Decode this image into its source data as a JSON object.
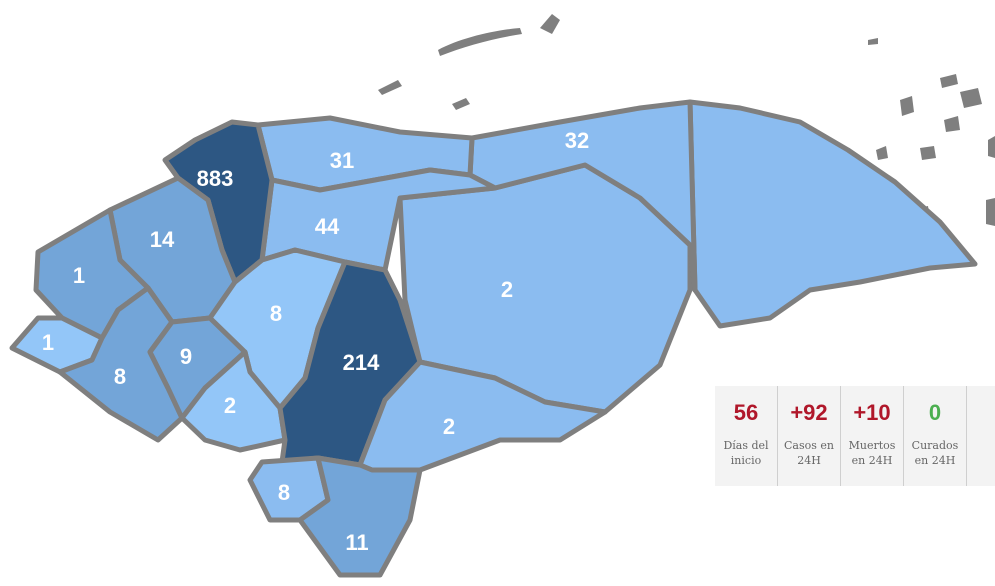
{
  "colors": {
    "light": "#8bbcf0",
    "lighter": "#93c6f8",
    "medium": "#73a5d8",
    "dark": "#2d5783",
    "border": "#7f7f7f",
    "stat_red": "#b0172a",
    "stat_green": "#4caf50"
  },
  "departments": [
    {
      "id": "cortes",
      "cases": "883",
      "level": "dark"
    },
    {
      "id": "atlantida",
      "cases": "31",
      "level": "light"
    },
    {
      "id": "colon",
      "cases": "32",
      "level": "light"
    },
    {
      "id": "gracias-a-dios",
      "cases": "",
      "level": "light"
    },
    {
      "id": "santa-barbara",
      "cases": "14",
      "level": "medium"
    },
    {
      "id": "yoro",
      "cases": "44",
      "level": "light"
    },
    {
      "id": "olancho",
      "cases": "2",
      "level": "light"
    },
    {
      "id": "copan",
      "cases": "1",
      "level": "medium"
    },
    {
      "id": "ocotepeque",
      "cases": "1",
      "level": "lighter"
    },
    {
      "id": "lempira",
      "cases": "8",
      "level": "medium"
    },
    {
      "id": "intibuca",
      "cases": "9",
      "level": "medium"
    },
    {
      "id": "comayagua",
      "cases": "8",
      "level": "lighter"
    },
    {
      "id": "la-paz",
      "cases": "2",
      "level": "lighter"
    },
    {
      "id": "francisco-morazan",
      "cases": "214",
      "level": "dark"
    },
    {
      "id": "el-paraiso",
      "cases": "2",
      "level": "light"
    },
    {
      "id": "valle",
      "cases": "8",
      "level": "light"
    },
    {
      "id": "choluteca",
      "cases": "11",
      "level": "medium"
    }
  ],
  "stats": [
    {
      "value": "56",
      "label": "Días del inicio",
      "color": "#b0172a"
    },
    {
      "value": "+92",
      "label": "Casos en 24H",
      "color": "#b0172a"
    },
    {
      "value": "+10",
      "label": "Muertos en 24H",
      "color": "#b0172a"
    },
    {
      "value": "0",
      "label": "Curados en 24H",
      "color": "#4caf50"
    }
  ]
}
